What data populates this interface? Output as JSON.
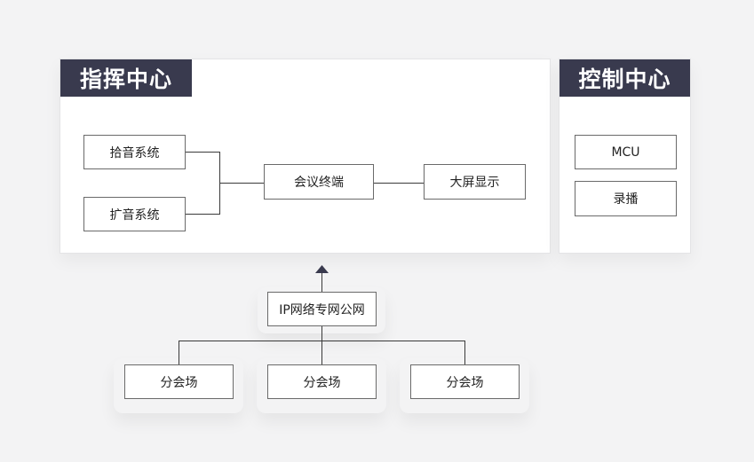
{
  "command_center": {
    "title": "指挥中心",
    "pickup": "拾音系统",
    "amplify": "扩音系统",
    "terminal": "会议终端",
    "display": "大屏显示"
  },
  "control_center": {
    "title": "控制中心",
    "mcu": "MCU",
    "recording": "录播"
  },
  "network": "IP网络专网公网",
  "branch_venues": [
    "分会场",
    "分会场",
    "分会场"
  ]
}
